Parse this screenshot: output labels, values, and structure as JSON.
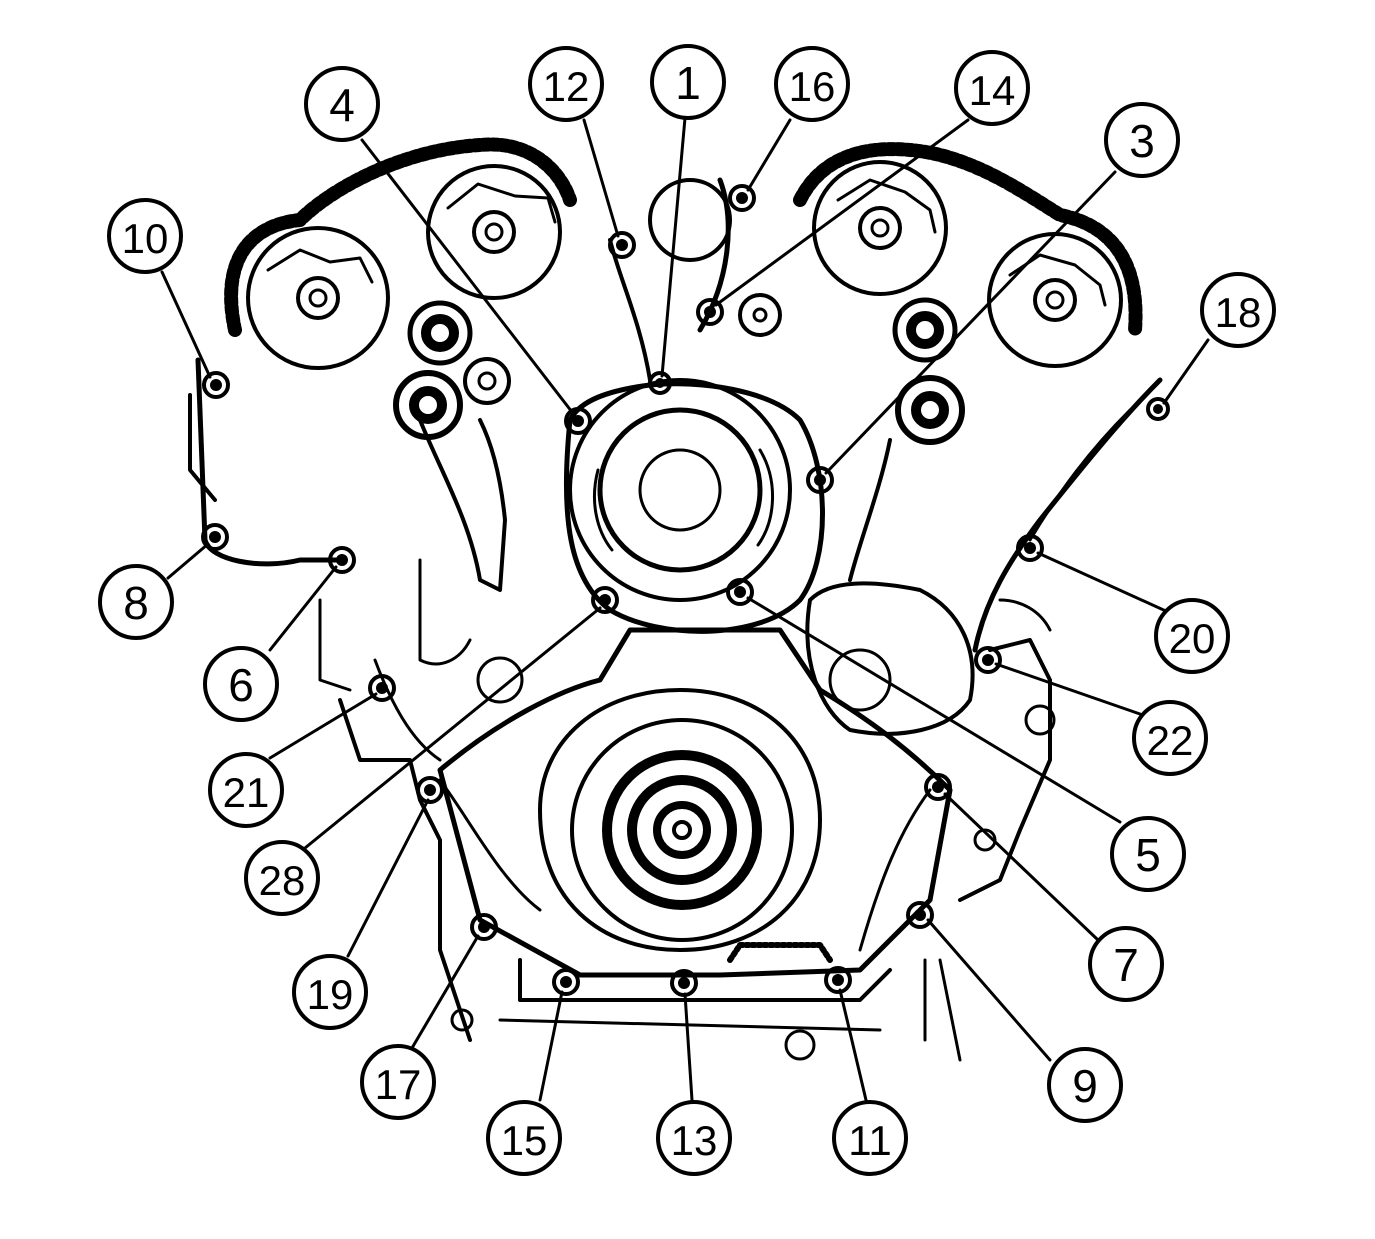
{
  "diagram": {
    "subject": "engine front cover bolt tightening sequence",
    "callouts": [
      {
        "label": "1"
      },
      {
        "label": "3"
      },
      {
        "label": "4"
      },
      {
        "label": "5"
      },
      {
        "label": "6"
      },
      {
        "label": "7"
      },
      {
        "label": "8"
      },
      {
        "label": "9"
      },
      {
        "label": "10"
      },
      {
        "label": "11"
      },
      {
        "label": "12"
      },
      {
        "label": "13"
      },
      {
        "label": "14"
      },
      {
        "label": "15"
      },
      {
        "label": "16"
      },
      {
        "label": "17"
      },
      {
        "label": "18"
      },
      {
        "label": "19"
      },
      {
        "label": "20"
      },
      {
        "label": "21"
      },
      {
        "label": "22"
      },
      {
        "label": "28"
      }
    ]
  },
  "colors": {
    "ink": "#000000",
    "paper": "#ffffff"
  }
}
